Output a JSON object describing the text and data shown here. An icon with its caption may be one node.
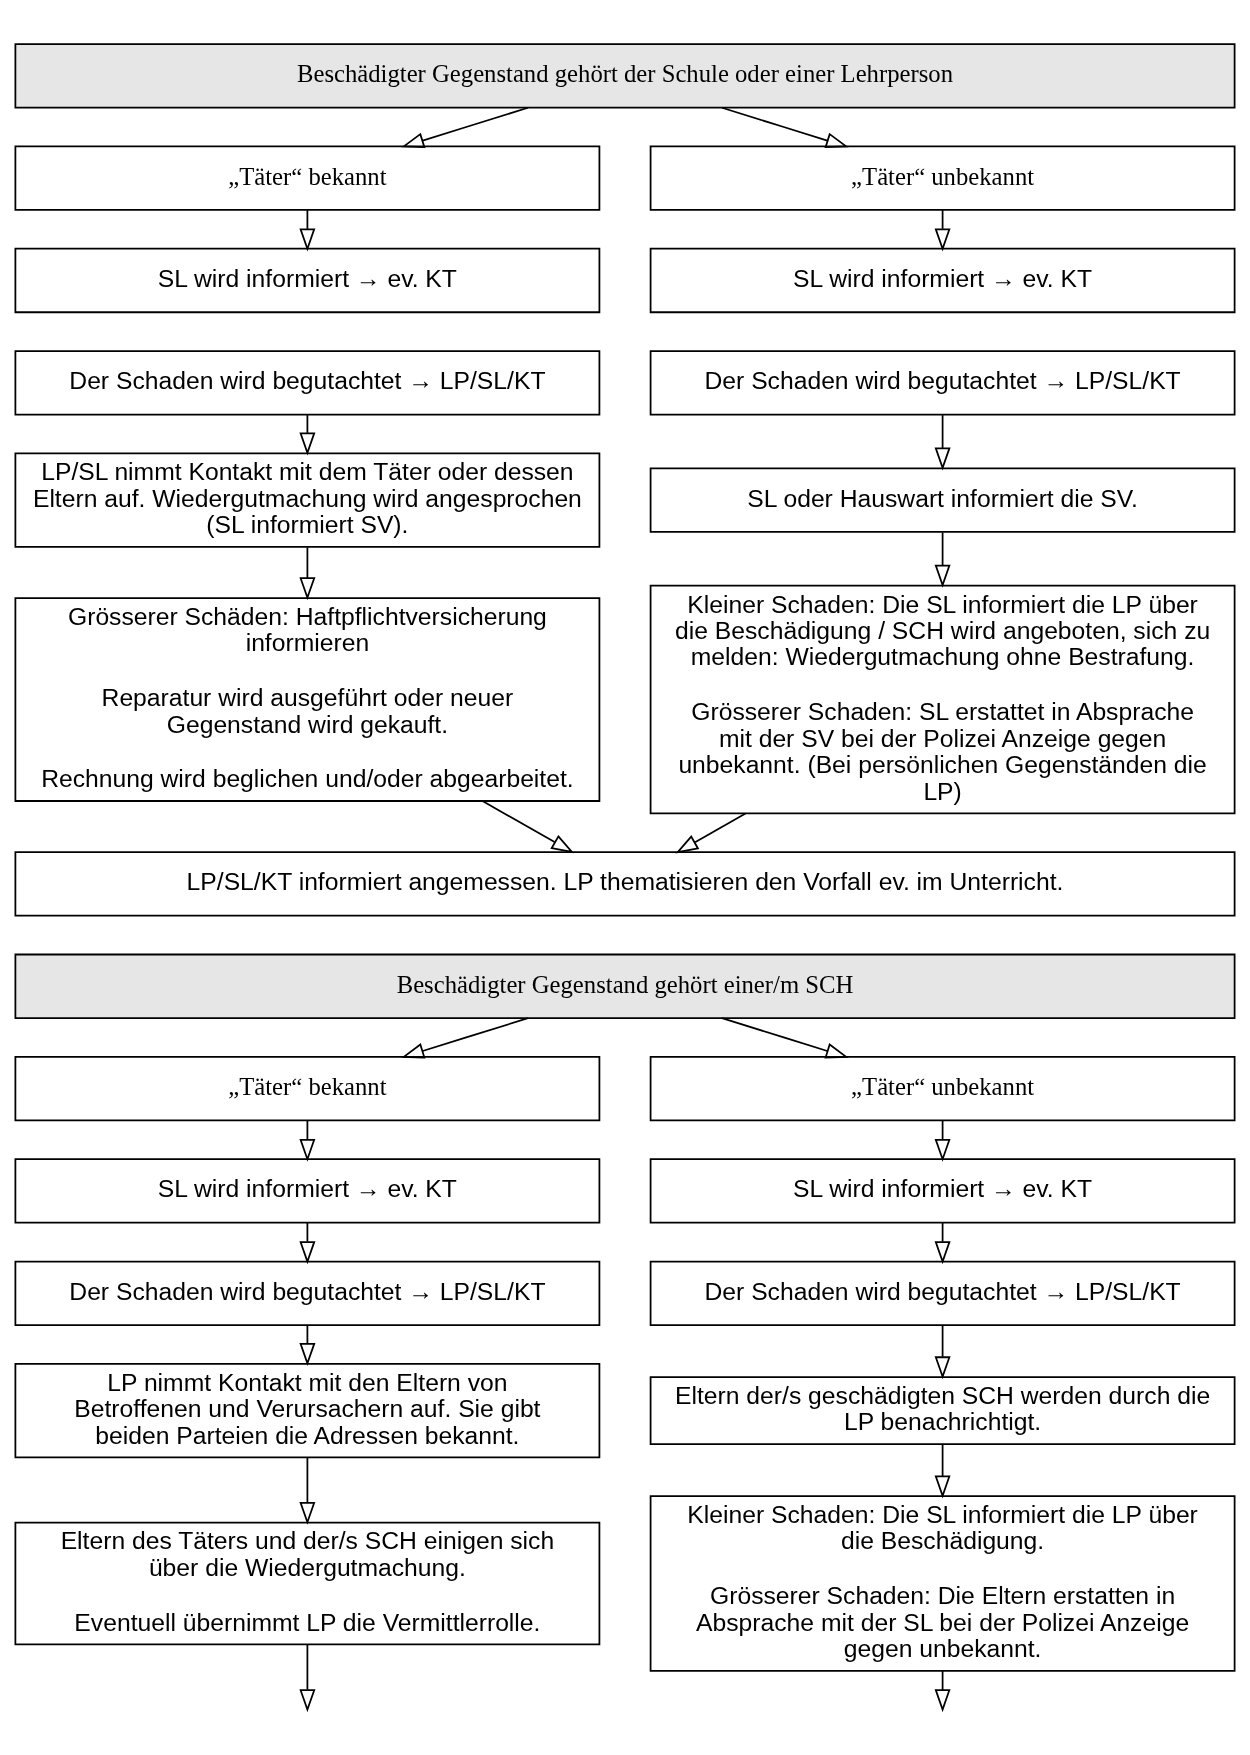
{
  "diagram": {
    "nodes": [
      {
        "text": [
          "Beschädigter Gegenstand gehört der Schule oder einer Lehrperson"
        ]
      },
      {
        "text": [
          "„Täter“ bekannt"
        ]
      },
      {
        "text": [
          "„Täter“ unbekannt"
        ]
      },
      {
        "text": [
          "SL wird informiert → ev. KT"
        ]
      },
      {
        "text": [
          "SL wird informiert → ev. KT"
        ]
      },
      {
        "text": [
          "Der Schaden wird begutachtet → LP/SL/KT"
        ]
      },
      {
        "text": [
          "Der Schaden wird begutachtet → LP/SL/KT"
        ]
      },
      {
        "text": [
          "LP/SL nimmt Kontakt mit dem Täter oder dessen Eltern auf. Wiedergutmachung wird angesprochen (SL informiert SV)."
        ]
      },
      {
        "text": [
          "SL oder Hauswart informiert die SV."
        ]
      },
      {
        "text": [
          "Grösserer Schäden: Haftpflichtversicherung informieren",
          "Reparatur wird ausgeführt oder neuer Gegenstand wird gekauft.",
          "Rechnung wird beglichen und/oder abgearbeitet."
        ]
      },
      {
        "text": [
          "Kleiner Schaden: Die SL informiert die LP über die Beschädigung / SCH wird angeboten, sich zu melden: Wiedergutmachung ohne Bestrafung.",
          "Grösserer Schaden: SL erstattet in Absprache mit der SV bei der Polizei Anzeige gegen unbekannt. (Bei persönlichen Gegenständen die LP)"
        ]
      },
      {
        "text": [
          "LP/SL/KT informiert angemessen. LP thematisieren den Vorfall ev. im Unterricht."
        ]
      },
      {
        "text": [
          "Beschädigter Gegenstand gehört einer/m SCH"
        ]
      },
      {
        "text": [
          "„Täter“ bekannt"
        ]
      },
      {
        "text": [
          "„Täter“ unbekannt"
        ]
      },
      {
        "text": [
          "SL wird informiert → ev. KT"
        ]
      },
      {
        "text": [
          "SL wird informiert → ev. KT"
        ]
      },
      {
        "text": [
          "Der Schaden wird begutachtet → LP/SL/KT"
        ]
      },
      {
        "text": [
          "Der Schaden wird begutachtet → LP/SL/KT"
        ]
      },
      {
        "text": [
          "LP nimmt Kontakt mit den Eltern von Betroffenen und Verursachern auf. Sie gibt beiden Parteien die Adressen bekannt."
        ]
      },
      {
        "text": [
          "Eltern der/s geschädigten SCH werden durch die LP benachrichtigt."
        ]
      },
      {
        "text": [
          "Eltern des Täters und der/s SCH einigen sich über die Wiedergutmachung.",
          "Eventuell übernimmt LP die Vermittlerrolle."
        ]
      },
      {
        "text": [
          "Kleiner Schaden: Die SL informiert die LP über die Beschädigung.",
          "Grösserer Schaden: Die Eltern erstatten in Absprache mit der SL bei der Polizei Anzeige gegen unbekannt."
        ]
      }
    ],
    "edges": [
      {
        "from": 0,
        "to": 1,
        "arrow": "to"
      },
      {
        "from": 0,
        "to": 2,
        "arrow": "to"
      },
      {
        "from": 1,
        "to": 3,
        "arrow": "to"
      },
      {
        "from": 2,
        "to": 4,
        "arrow": "to"
      },
      {
        "from": 5,
        "to": 7,
        "arrow": "to"
      },
      {
        "from": 6,
        "to": 8,
        "arrow": "to"
      },
      {
        "from": 7,
        "to": 9,
        "arrow": "to"
      },
      {
        "from": 8,
        "to": 10,
        "arrow": "to"
      },
      {
        "from": 9,
        "to": 11,
        "arrow": "to"
      },
      {
        "from": 10,
        "to": 11,
        "arrow": "to"
      },
      {
        "from": 12,
        "to": 13,
        "arrow": "to"
      },
      {
        "from": 12,
        "to": 14,
        "arrow": "to"
      },
      {
        "from": 13,
        "to": 15,
        "arrow": "to"
      },
      {
        "from": 14,
        "to": 16,
        "arrow": "to"
      },
      {
        "from": 15,
        "to": 17,
        "arrow": "to"
      },
      {
        "from": 16,
        "to": 18,
        "arrow": "to"
      },
      {
        "from": 17,
        "to": 19,
        "arrow": "to"
      },
      {
        "from": 18,
        "to": 20,
        "arrow": "to"
      },
      {
        "from": 19,
        "to": 21,
        "arrow": "to"
      },
      {
        "from": 20,
        "to": 22,
        "arrow": "to"
      },
      {
        "from": 21,
        "to": null,
        "arrow": "to"
      },
      {
        "from": 22,
        "to": null,
        "arrow": "to"
      }
    ]
  }
}
